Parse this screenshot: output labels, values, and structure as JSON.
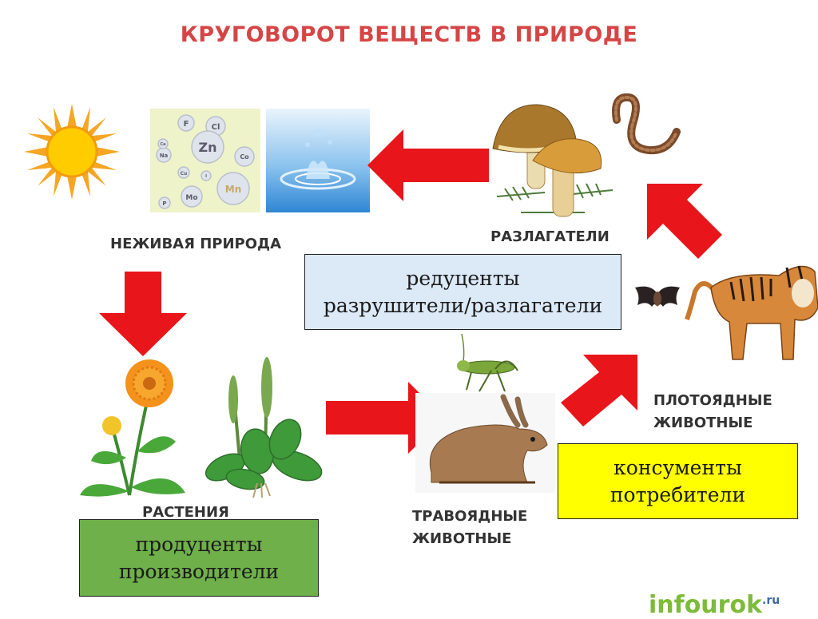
{
  "title": "КРУГОВОРОТ ВЕЩЕСТВ В ПРИРОДЕ",
  "labels": {
    "nonliving": "НЕЖИВАЯ ПРИРОДА",
    "decomposers": "РАЗЛАГАТЕЛИ",
    "carnivores_line1": "ПЛОТОЯДНЫЕ",
    "carnivores_line2": "ЖИВОТНЫЕ",
    "plants": "РАСТЕНИЯ",
    "herbivores_line1": "ТРАВОЯДНЫЕ",
    "herbivores_line2": "ЖИВОТНЫЕ"
  },
  "boxes": {
    "reducers": {
      "line1": "редуценты",
      "line2": "разрушители/разлагатели",
      "bg": "#dce9f7"
    },
    "consumers": {
      "line1": "консументы",
      "line2": "потребители",
      "bg": "#ffff00"
    },
    "producers": {
      "line1": "продуценты",
      "line2": "производители",
      "bg": "#6fb04a"
    }
  },
  "elements": [
    "F",
    "Cl",
    "Zn",
    "Na",
    "Ca",
    "Co",
    "Cu",
    "Mo",
    "Mn",
    "P",
    "I"
  ],
  "arrow_color": "#e8151b",
  "watermark": {
    "text": "infourok",
    "suffix": ".ru"
  }
}
